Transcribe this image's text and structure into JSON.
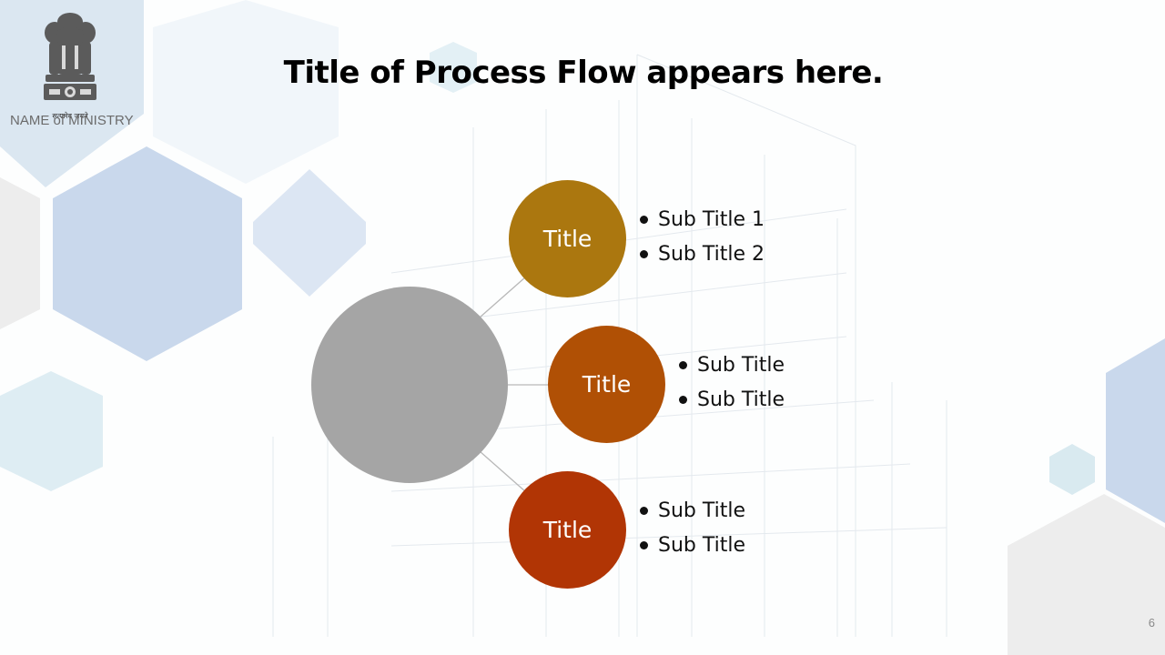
{
  "header": {
    "emblem_motto": "सत्यमेव जयते",
    "ministry_name": "NAME of MINISTRY"
  },
  "slide": {
    "title": "Title of Process Flow appears here.",
    "page_number": "6"
  },
  "diagram": {
    "center_color": "#a5a5a5",
    "nodes": [
      {
        "label": "Title",
        "color": "#ab770f",
        "bullets": [
          "Sub Title 1",
          "Sub Title 2"
        ]
      },
      {
        "label": "Title",
        "color": "#b05005",
        "bullets": [
          "Sub Title",
          "Sub Title"
        ]
      },
      {
        "label": "Title",
        "color": "#b13505",
        "bullets": [
          "Sub Title",
          "Sub Title"
        ]
      }
    ]
  },
  "colors": {
    "hex_light_blue": "#dbe7f1",
    "hex_mid_blue": "#c9d8ec",
    "hex_pale_cyan": "#deedf3",
    "hex_gray": "#ededed",
    "connector": "#b8b8b8"
  }
}
